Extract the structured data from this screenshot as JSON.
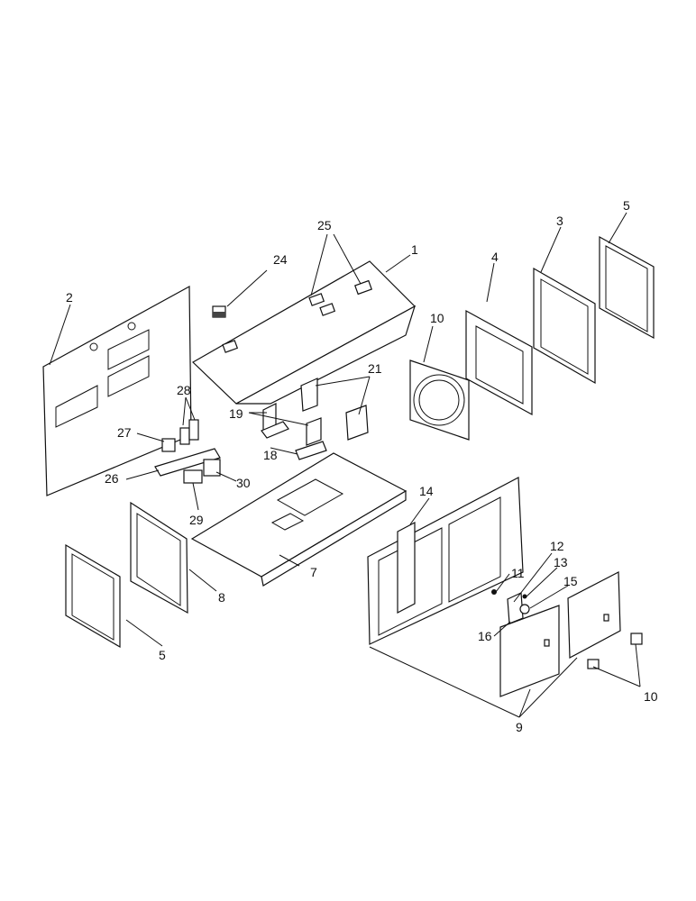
{
  "callouts": [
    {
      "id": "c1",
      "text": "1"
    },
    {
      "id": "c2",
      "text": "2"
    },
    {
      "id": "c3",
      "text": "3"
    },
    {
      "id": "c4",
      "text": "4"
    },
    {
      "id": "c5a",
      "text": "5"
    },
    {
      "id": "c5b",
      "text": "5"
    },
    {
      "id": "c7",
      "text": "7"
    },
    {
      "id": "c8",
      "text": "8"
    },
    {
      "id": "c9",
      "text": "9"
    },
    {
      "id": "c10a",
      "text": "10"
    },
    {
      "id": "c10b",
      "text": "10"
    },
    {
      "id": "c11",
      "text": "11"
    },
    {
      "id": "c12",
      "text": "12"
    },
    {
      "id": "c13",
      "text": "13"
    },
    {
      "id": "c14",
      "text": "14"
    },
    {
      "id": "c15",
      "text": "15"
    },
    {
      "id": "c16",
      "text": "16"
    },
    {
      "id": "c18",
      "text": "18"
    },
    {
      "id": "c19",
      "text": "19"
    },
    {
      "id": "c21",
      "text": "21"
    },
    {
      "id": "c24",
      "text": "24"
    },
    {
      "id": "c25",
      "text": "25"
    },
    {
      "id": "c26",
      "text": "26"
    },
    {
      "id": "c27",
      "text": "27"
    },
    {
      "id": "c28",
      "text": "28"
    },
    {
      "id": "c29",
      "text": "29"
    },
    {
      "id": "c30",
      "text": "30"
    }
  ]
}
